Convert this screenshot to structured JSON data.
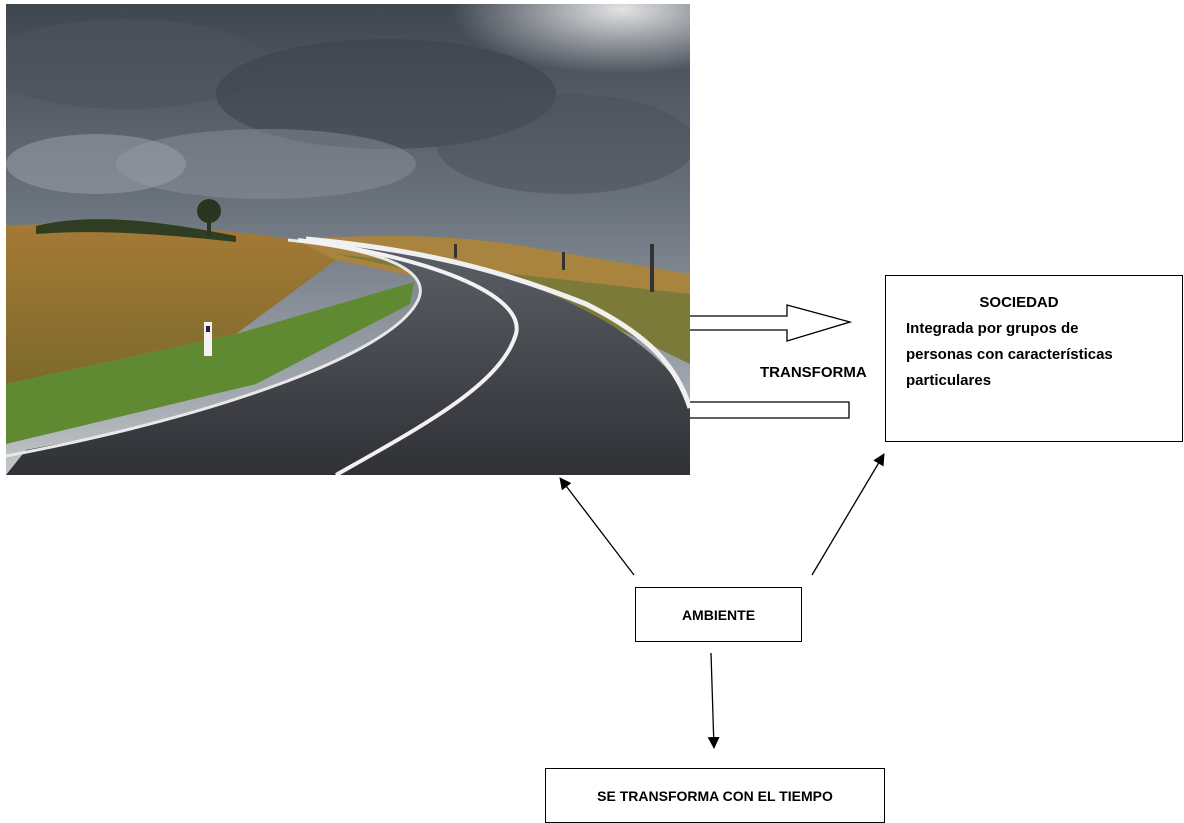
{
  "photo": {
    "subject": "curving-road-landscape"
  },
  "labels": {
    "transforma": "TRANSFORMA"
  },
  "boxes": {
    "sociedad": {
      "title": "SOCIEDAD",
      "lines": [
        "Integrada por grupos de",
        "personas con características",
        "particulares"
      ]
    },
    "ambiente": "AMBIENTE",
    "tiempo": "SE TRANSFORMA CON EL TIEMPO"
  },
  "colors": {
    "stroke": "#000000",
    "text": "#000000"
  }
}
